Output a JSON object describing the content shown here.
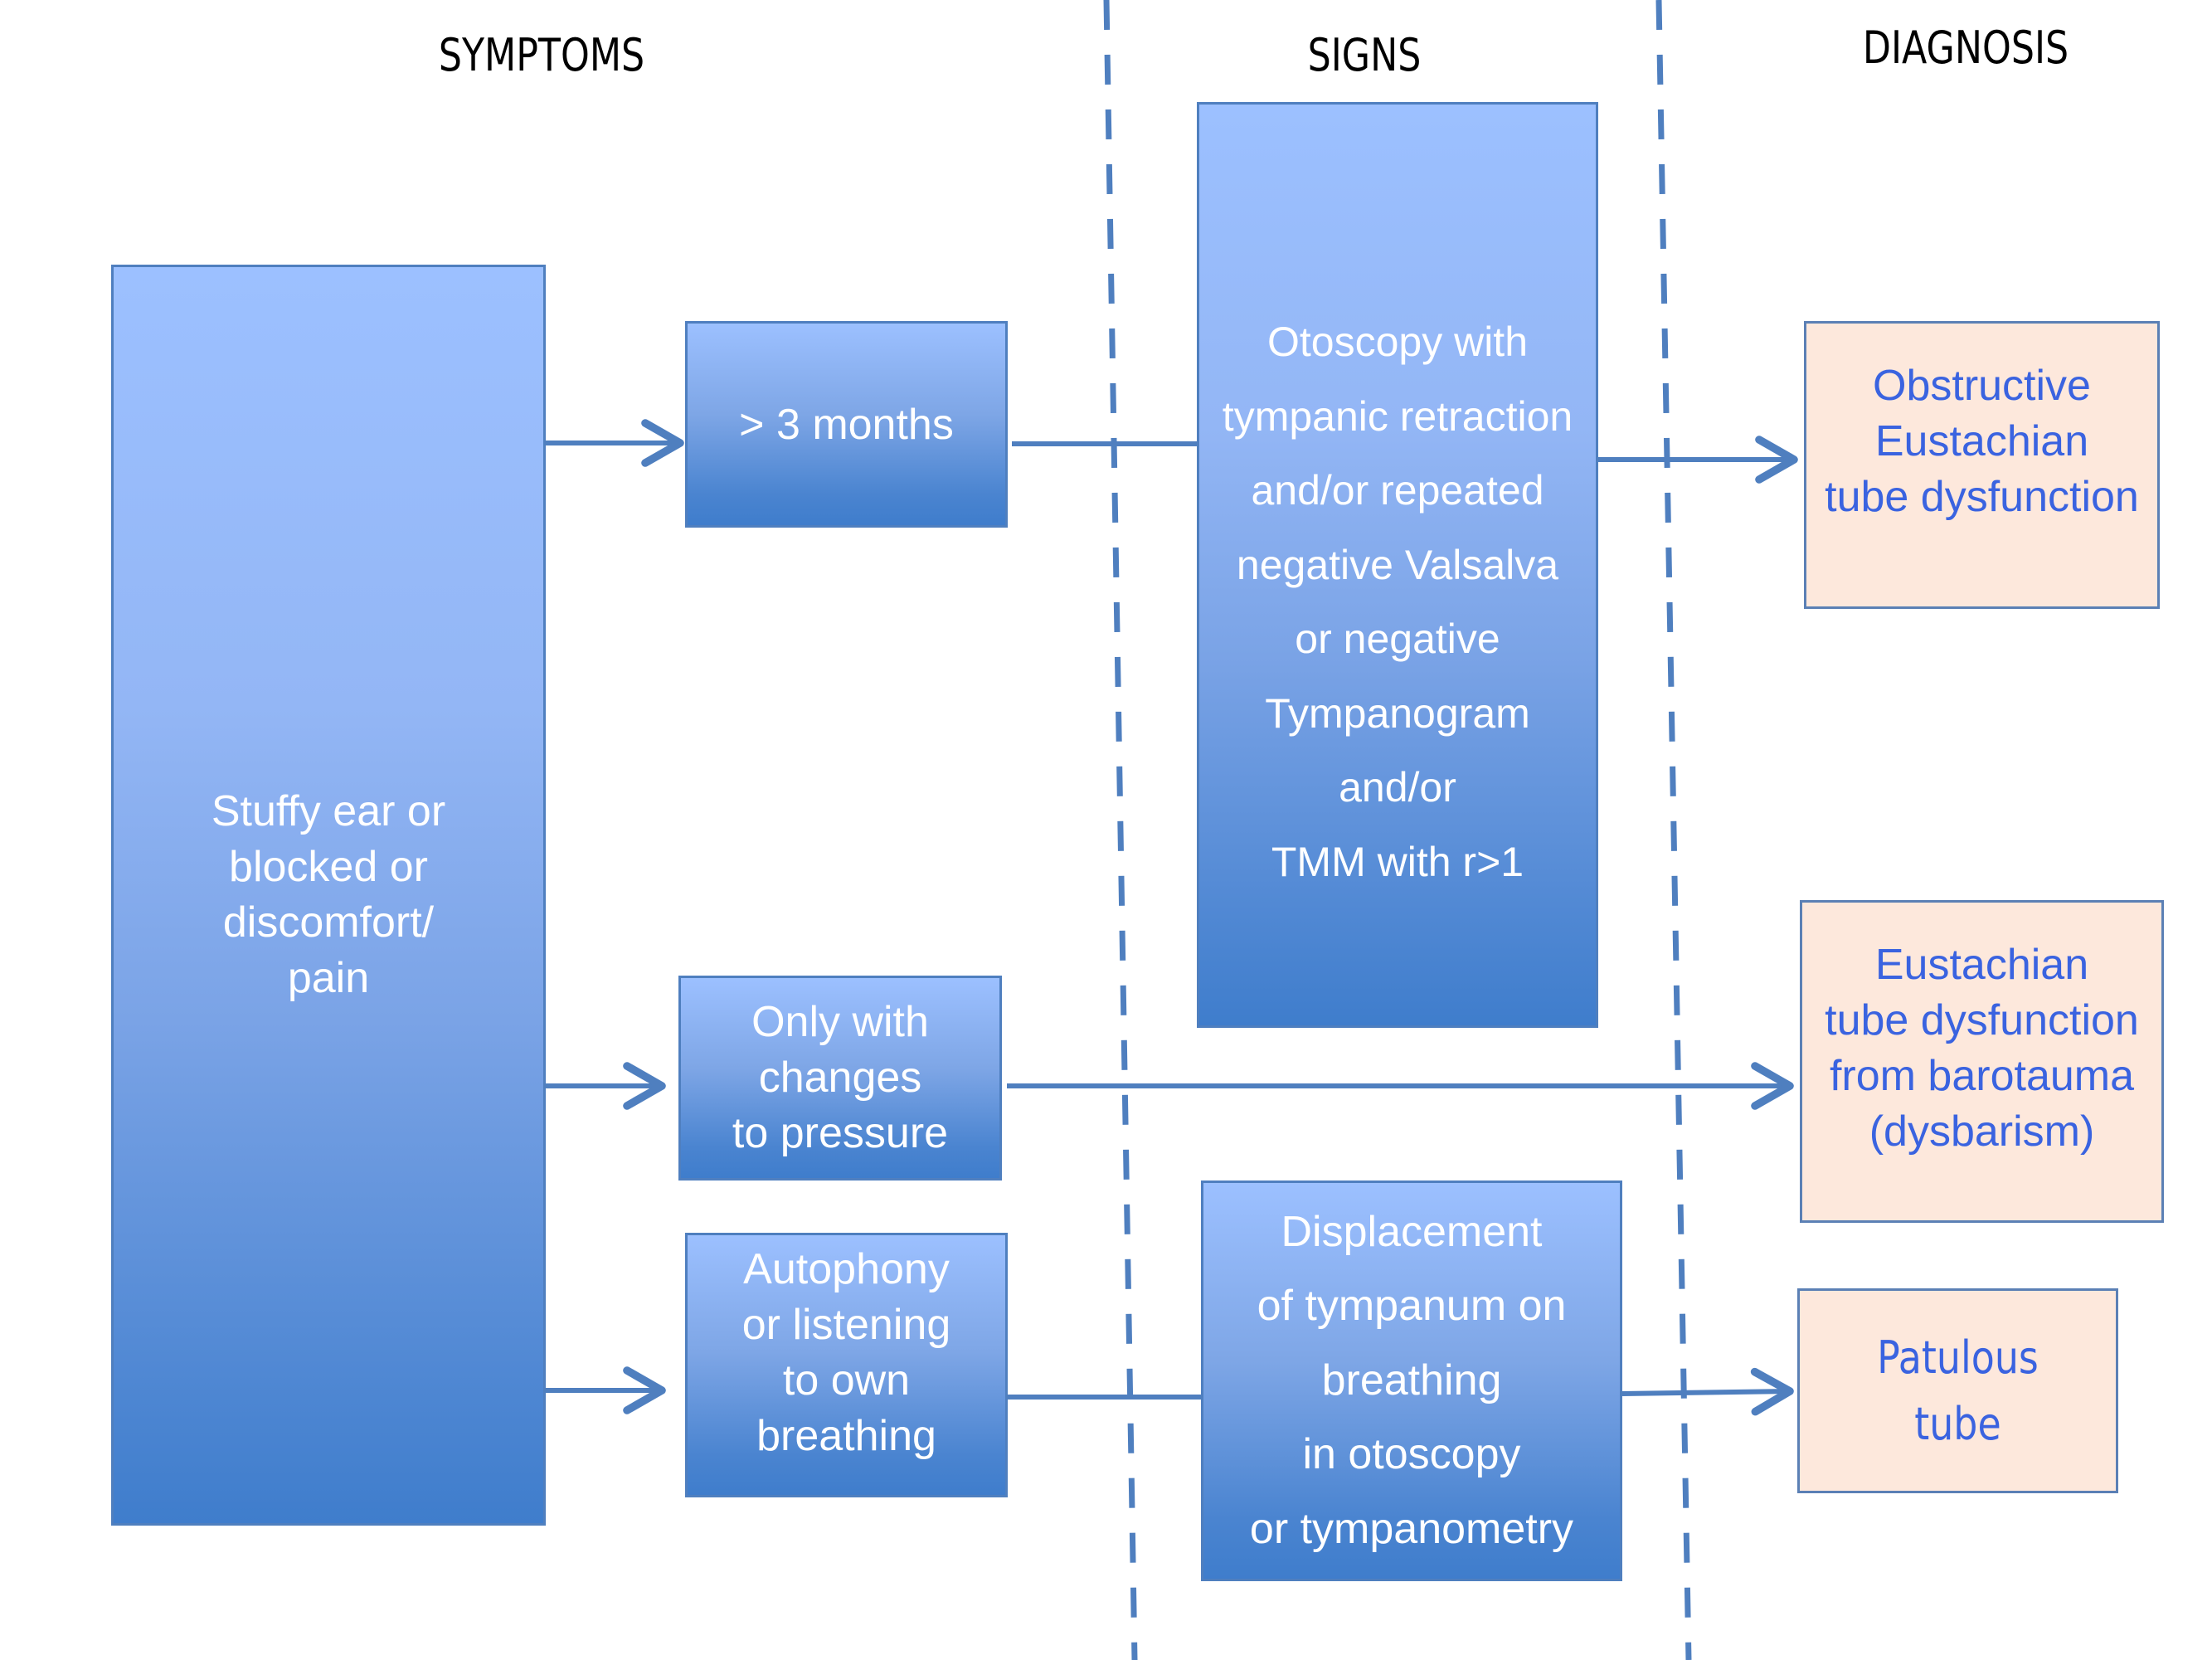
{
  "headers": {
    "symptoms": "SYMPTOMS",
    "signs": "SIGNS",
    "diagnosis": "DIAGNOSIS"
  },
  "symptoms": {
    "main": [
      "Stuffy ear or",
      "blocked or",
      "discomfort/",
      "pain"
    ],
    "duration": [
      "> 3 months"
    ],
    "pressure": [
      "Only with",
      "changes",
      "to pressure"
    ],
    "autophony": [
      "Autophony",
      "or listening",
      "to own",
      "breathing"
    ]
  },
  "signs": {
    "otoscopy": [
      "Otoscopy with",
      "tympanic retraction",
      "and/or repeated",
      "negative Valsalva",
      "or negative",
      "Tympanogram",
      "and/or",
      "TMM with r>1"
    ],
    "displacement": [
      "Displacement",
      "of tympanum on",
      "breathing",
      "in otoscopy",
      "or tympanometry"
    ]
  },
  "diagnosis": {
    "obstructive": [
      "Obstructive",
      "Eustachian",
      "tube dysfunction"
    ],
    "barotrauma": [
      "Eustachian",
      "tube dysfunction",
      "from barotauma",
      "(dysbarism)"
    ],
    "patulous": [
      "Patulous",
      "tube"
    ]
  },
  "colors": {
    "connector": "#4f7fbf",
    "symptom_box_top": "#9cc0ff",
    "symptom_box_bottom": "#3f7dcc",
    "diagnosis_fill": "#fde8dc",
    "diagnosis_text": "#3a63e0"
  }
}
